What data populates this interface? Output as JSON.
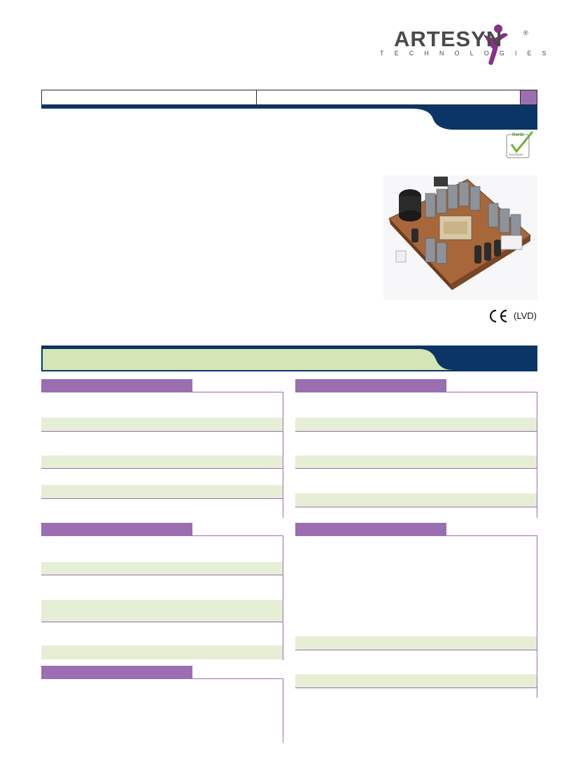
{
  "brand": {
    "name": "ARTESYN",
    "registered": "®",
    "tagline": "TECHNOLOGIES"
  },
  "header": {
    "left_field": "",
    "right_field": ""
  },
  "certifications": {
    "rohs_label": "RoHS",
    "rohs_sub": "2002/95/EC",
    "ce_mark": "CE",
    "ce_note": "(LVD)"
  },
  "colors": {
    "navy": "#0b3566",
    "purple": "#9a6eb0",
    "green_band": "#d4e6b5",
    "row_shade": "#e6efd5"
  },
  "icons": {
    "rohs": "rohs-check-icon",
    "ce": "ce-mark-icon",
    "logo": "artesyn-figure-icon",
    "product": "power-supply-board-image"
  }
}
